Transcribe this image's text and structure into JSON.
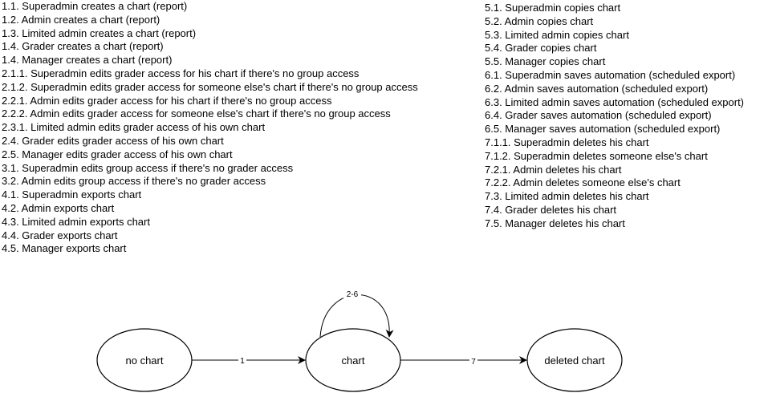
{
  "left_items": [
    "1.1. Superadmin creates a chart (report)",
    "1.2. Admin creates a chart (report)",
    "1.3. Limited admin creates a chart (report)",
    "1.4. Grader creates a chart (report)",
    "1.4. Manager creates a chart (report)",
    "2.1.1. Superadmin edits grader access for his chart if there's no group access",
    "2.1.2. Superadmin edits grader access for someone else's chart if there's no group access",
    "2.2.1. Admin edits grader access for his chart if there's no group access",
    "2.2.2. Admin edits grader access for someone else's chart if there's no group access",
    "2.3.1. Limited admin edits grader access of his own chart",
    "2.4. Grader edits grader access of his own chart",
    "2.5. Manager edits grader access of his own chart",
    "3.1. Superadmin edits group access if there's no grader access",
    "3.2. Admin edits group access if there's no grader access",
    "4.1. Superadmin exports chart",
    "4.2. Admin exports chart",
    "4.3. Limited admin exports chart",
    "4.4. Grader exports chart",
    "4.5. Manager exports chart"
  ],
  "right_items": [
    "5.1. Superadmin copies chart",
    "5.2. Admin copies chart",
    "5.3. Limited admin copies chart",
    "5.4. Grader copies chart",
    "5.5. Manager copies chart",
    "6.1. Superadmin saves automation (scheduled export)",
    "6.2. Admin saves automation (scheduled export)",
    "6.3. Limited admin saves automation (scheduled export)",
    "6.4. Grader saves automation (scheduled export)",
    "6.5. Manager saves automation (scheduled export)",
    "7.1.1. Superadmin deletes his chart",
    "7.1.2. Superadmin deletes someone else's chart",
    "7.2.1. Admin deletes his chart",
    "7.2.2. Admin deletes someone else's chart",
    "7.3. Limited admin deletes his chart",
    "7.4. Grader deletes his chart",
    "7.5. Manager deletes his chart"
  ],
  "diagram": {
    "nodes": {
      "no_chart": "no chart",
      "chart": "chart",
      "deleted_chart": "deleted chart"
    },
    "edges": {
      "create": "1",
      "self_loop": "2-6",
      "delete": "7"
    }
  }
}
